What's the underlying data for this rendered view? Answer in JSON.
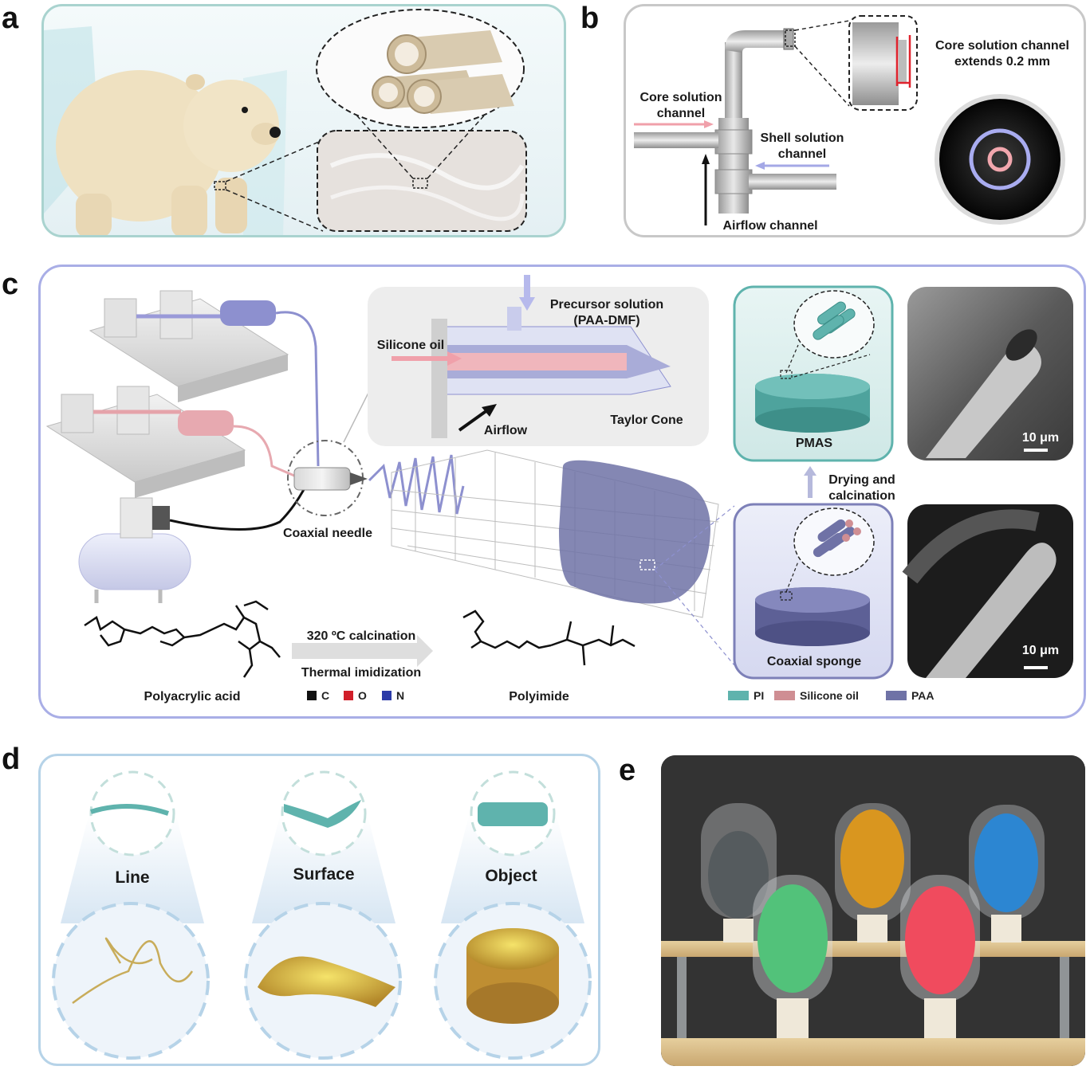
{
  "panels": {
    "a": "a",
    "b": "b",
    "c": "c",
    "d": "d",
    "e": "e"
  },
  "b": {
    "core_channel": "Core solution\nchannel",
    "shell_channel": "Shell solution\nchannel",
    "airflow_channel": "Airflow channel",
    "extends_note": "Core solution channel\nextends 0.2 mm"
  },
  "c": {
    "precursor": "Precursor solution\n(PAA-DMF)",
    "silicone_oil": "Silicone oil",
    "airflow": "Airflow",
    "taylor_cone": "Taylor Cone",
    "coaxial_needle": "Coaxial needle",
    "pmas": "PMAS",
    "drying": "Drying and\ncalcination",
    "coaxial_sponge": "Coaxial sponge",
    "scale_top": "10 μm",
    "scale_bottom": "10 μm",
    "calcination": "320 ºC calcination",
    "imidization": "Thermal imidization",
    "polyacrylic_acid": "Polyacrylic acid",
    "polyimide": "Polyimide",
    "atom_legend": [
      {
        "label": "C",
        "color": "#111111"
      },
      {
        "label": "O",
        "color": "#d11f2a"
      },
      {
        "label": "N",
        "color": "#2b3aa8"
      }
    ],
    "material_legend": [
      {
        "label": "PI",
        "color": "#5fb3ad"
      },
      {
        "label": "Silicone oil",
        "color": "#cf8e93"
      },
      {
        "label": "PAA",
        "color": "#6f72a6"
      }
    ]
  },
  "d": {
    "line": "Line",
    "surface": "Surface",
    "object": "Object"
  },
  "colors": {
    "panel_a_border": "#a9d3cf",
    "panel_c_border": "#a9aee6",
    "panel_d_border": "#b6d3e8",
    "pi_teal": "#5fb3ad",
    "paa_blue": "#6f72a6",
    "silicone_pink": "#cf8e93"
  }
}
